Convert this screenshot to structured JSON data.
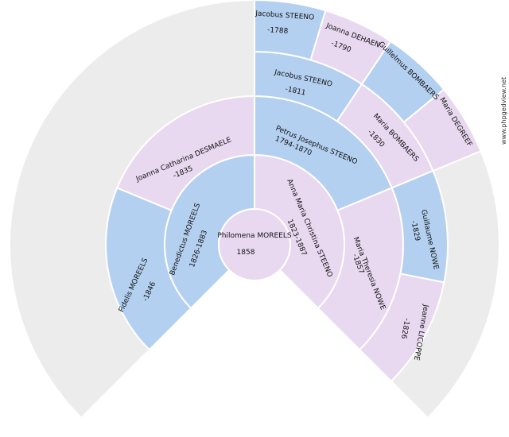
{
  "watermark": "www.phpgedview.net",
  "root": {
    "name": "Philomena MOREELS",
    "date": "1858"
  },
  "people": {
    "father": {
      "name": "Benedictus MOREELS",
      "date": "1826-1883"
    },
    "mother": {
      "name": "Anna Maria Christina STEENO",
      "date": "1823-1887"
    },
    "ff": {
      "name": "Fidelis MOREELS",
      "date": "-1846"
    },
    "fm": {
      "name": "Joanna Catharina DESMAELE",
      "date": "-1835"
    },
    "mf": {
      "name": "Petrus Josephus STEENO",
      "date": "1794-1870"
    },
    "mm": {
      "name": "Maria Theresia NOWE",
      "date": "-1857"
    },
    "mff": {
      "name": "Jacobus STEENO",
      "date": "-1811"
    },
    "mfm": {
      "name": "Maria BOMBAERS",
      "date": "-1830"
    },
    "mmf": {
      "name": "Guillaume NOWE",
      "date": "-1829"
    },
    "mmm": {
      "name": "Jeanne LICOPPE",
      "date": "-1826"
    },
    "mfff": {
      "name": "Jacobus STEENO",
      "date": "-1788"
    },
    "mffm": {
      "name": "Joanna DEHAEN",
      "date": "-1790"
    },
    "mfmf": {
      "name": "Guillelmus BOMBAERS",
      "date": ""
    },
    "mfmm": {
      "name": "Maria DEGREEF",
      "date": ""
    }
  }
}
